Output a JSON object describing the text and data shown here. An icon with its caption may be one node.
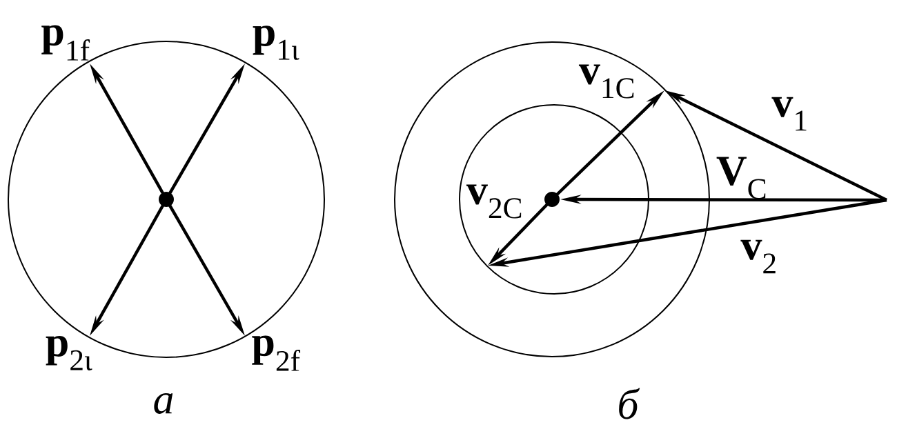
{
  "diagram": {
    "labels": [
      "**p**$_{1f}$",
      "**p**$_{1ι}$",
      "**p**$_{2ι}$",
      "**p**$_{2f}$",
      "a",
      "**v**$_{1C}$",
      "**v**$_{1}$",
      "**V**$_{C}$",
      "**v**$_{2C}$",
      "**v**$_{2}$",
      "б"
    ]
  }
}
